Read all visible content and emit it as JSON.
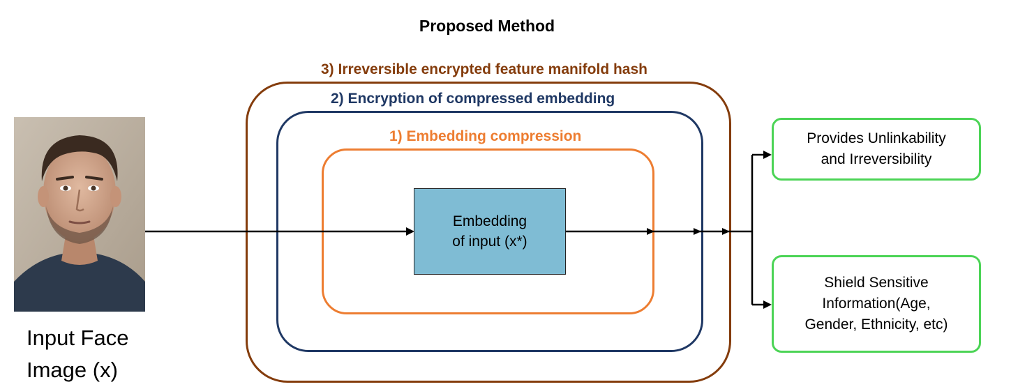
{
  "title": "Proposed Method",
  "input": {
    "label_line1": "Input Face",
    "label_line2": "Image (x)"
  },
  "frames": {
    "outer": {
      "label": "3) Irreversible encrypted feature manifold hash",
      "color": "#843c0c"
    },
    "middle": {
      "label": "2) Encryption of compressed embedding",
      "color": "#1f3864"
    },
    "inner": {
      "label": "1) Embedding compression",
      "color": "#ed7d31"
    }
  },
  "embedding": {
    "line1": "Embedding",
    "line2": "of input (x*)",
    "fill": "#7fbcd4"
  },
  "outputs": [
    {
      "line1": "Provides Unlinkability",
      "line2": "and Irreversibility"
    },
    {
      "line1": "Shield Sensitive",
      "line2": "Information(Age,",
      "line3": "Gender, Ethnicity, etc)"
    }
  ],
  "output_border_color": "#4cd456"
}
